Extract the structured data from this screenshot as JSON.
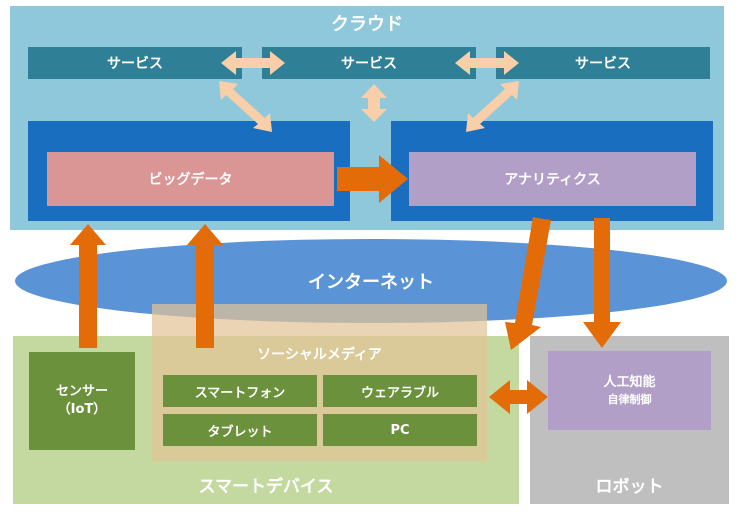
{
  "cloud": {
    "title": "クラウド"
  },
  "services": [
    "サービス",
    "サービス",
    "サービス"
  ],
  "bigdata": {
    "label": "ビッグデータ"
  },
  "analytics": {
    "label": "アナリティクス"
  },
  "internet": {
    "label": "インターネット"
  },
  "smart_devices": {
    "title": "スマートデバイス"
  },
  "robot": {
    "title": "ロボット"
  },
  "sensor": {
    "line1": "センサー",
    "line2": "（IoT）"
  },
  "social_media": {
    "title": "ソーシャルメディア",
    "devices": [
      "スマートフォン",
      "ウェアラブル",
      "タブレット",
      "PC"
    ]
  },
  "ai": {
    "line1": "人工知能",
    "line2": "自律制御"
  },
  "colors": {
    "cloud_bg": "#8ec8da",
    "service": "#2f7f96",
    "frame": "#1a6ec0",
    "bigdata": "#d99694",
    "analytics": "#b29fc8",
    "internet": "#5b94d6",
    "smart_bg": "#c4d9a0",
    "robot_bg": "#bfbfbf",
    "device": "#6c913d",
    "orange_arrow": "#e36c09",
    "peach_arrow": "#f8cfa8"
  }
}
